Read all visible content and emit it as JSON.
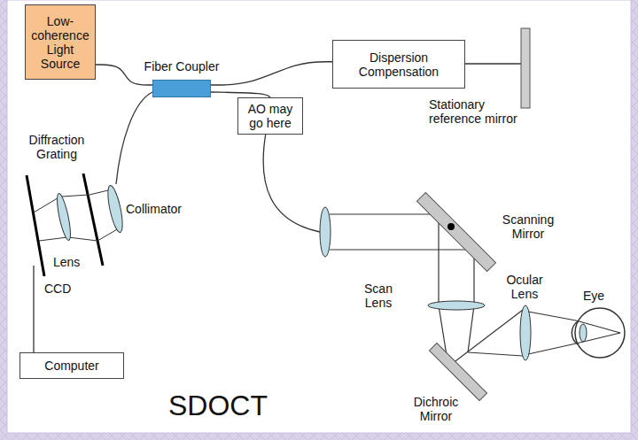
{
  "diagram": {
    "title": "SDOCT",
    "nodes": [
      {
        "text": [
          "Low-coherence Light Source"
        ]
      },
      {
        "text": [
          "Fiber Coupler"
        ]
      },
      {
        "text": [
          "Dispersion Compensation"
        ]
      },
      {
        "text": [
          "AO may go here"
        ]
      },
      {
        "text": [
          "Computer"
        ]
      }
    ],
    "edges": [
      {
        "from": 0,
        "to": 1,
        "arrow": "none"
      },
      {
        "from": 1,
        "to": 2,
        "arrow": "none"
      },
      {
        "from": 1,
        "to": 3,
        "arrow": "none"
      }
    ],
    "labels": [
      "Diffraction Grating",
      "Lens",
      "Collimator",
      "CCD",
      "Stationary reference mirror",
      "Scanning Mirror",
      "Scan Lens",
      "Ocular Lens",
      "Eye",
      "Dichroic Mirror"
    ]
  }
}
